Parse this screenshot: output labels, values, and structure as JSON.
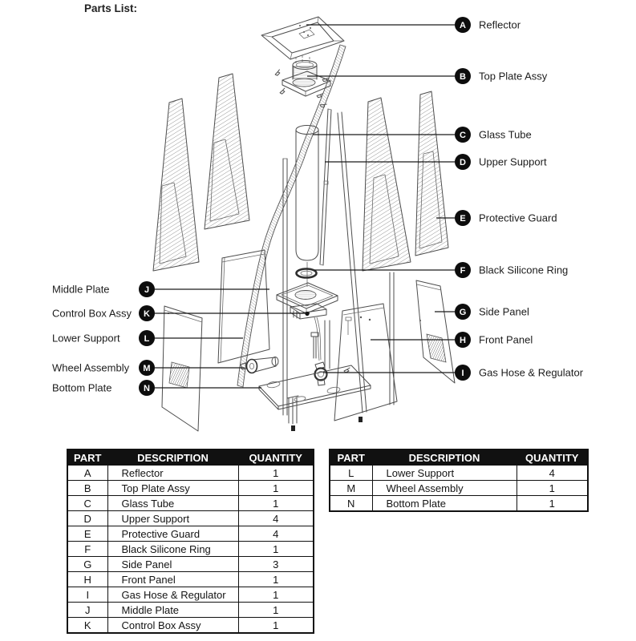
{
  "title": "Parts List:",
  "diagram": {
    "callouts": [
      {
        "id": "A",
        "label": "Reflector"
      },
      {
        "id": "B",
        "label": "Top Plate Assy"
      },
      {
        "id": "C",
        "label": "Glass Tube"
      },
      {
        "id": "D",
        "label": "Upper Support"
      },
      {
        "id": "E",
        "label": "Protective Guard"
      },
      {
        "id": "F",
        "label": "Black Silicone Ring"
      },
      {
        "id": "G",
        "label": "Side Panel"
      },
      {
        "id": "H",
        "label": "Front Panel"
      },
      {
        "id": "I",
        "label": "Gas Hose & Regulator"
      },
      {
        "id": "J",
        "label": "Middle Plate"
      },
      {
        "id": "K",
        "label": "Control Box Assy"
      },
      {
        "id": "L",
        "label": "Lower Support"
      },
      {
        "id": "M",
        "label": "Wheel Assembly"
      },
      {
        "id": "N",
        "label": "Bottom Plate"
      }
    ]
  },
  "tables": {
    "left": {
      "headers": [
        "PART",
        "DESCRIPTION",
        "QUANTITY"
      ],
      "rows": [
        [
          "A",
          "Reflector",
          "1"
        ],
        [
          "B",
          "Top Plate Assy",
          "1"
        ],
        [
          "C",
          "Glass Tube",
          "1"
        ],
        [
          "D",
          "Upper Support",
          "4"
        ],
        [
          "E",
          "Protective Guard",
          "4"
        ],
        [
          "F",
          "Black Silicone Ring",
          "1"
        ],
        [
          "G",
          "Side Panel",
          "3"
        ],
        [
          "H",
          "Front Panel",
          "1"
        ],
        [
          "I",
          "Gas Hose & Regulator",
          "1"
        ],
        [
          "J",
          "Middle Plate",
          "1"
        ],
        [
          "K",
          "Control Box Assy",
          "1"
        ]
      ]
    },
    "right": {
      "headers": [
        "PART",
        "DESCRIPTION",
        "QUANTITY"
      ],
      "rows": [
        [
          "L",
          "Lower Support",
          "4"
        ],
        [
          "M",
          "Wheel Assembly",
          "1"
        ],
        [
          "N",
          "Bottom Plate",
          "1"
        ]
      ]
    }
  }
}
